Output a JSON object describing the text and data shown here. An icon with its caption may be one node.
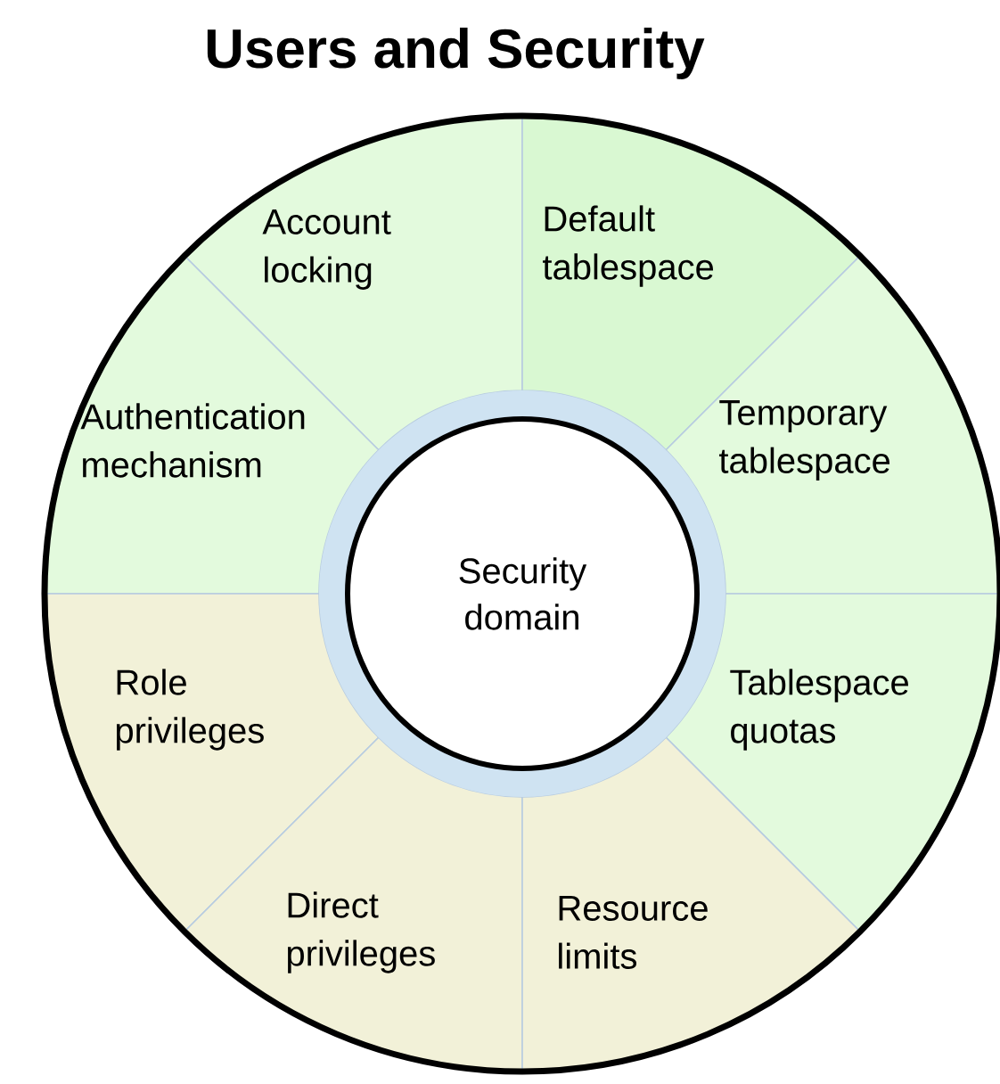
{
  "diagram": {
    "title": "Users and Security",
    "nodes": [
      {
        "text": [
          "Account locking"
        ]
      },
      {
        "text": [
          "Default tablespace"
        ]
      },
      {
        "text": [
          "Authentication mechanism"
        ]
      },
      {
        "text": [
          "Temporary tablespace"
        ]
      },
      {
        "text": [
          "Security domain"
        ]
      },
      {
        "text": [
          "Role privileges"
        ]
      },
      {
        "text": [
          "Tablespace quotas"
        ]
      },
      {
        "text": [
          "Direct privileges"
        ]
      },
      {
        "text": [
          "Resource limits"
        ]
      }
    ],
    "edges": []
  }
}
